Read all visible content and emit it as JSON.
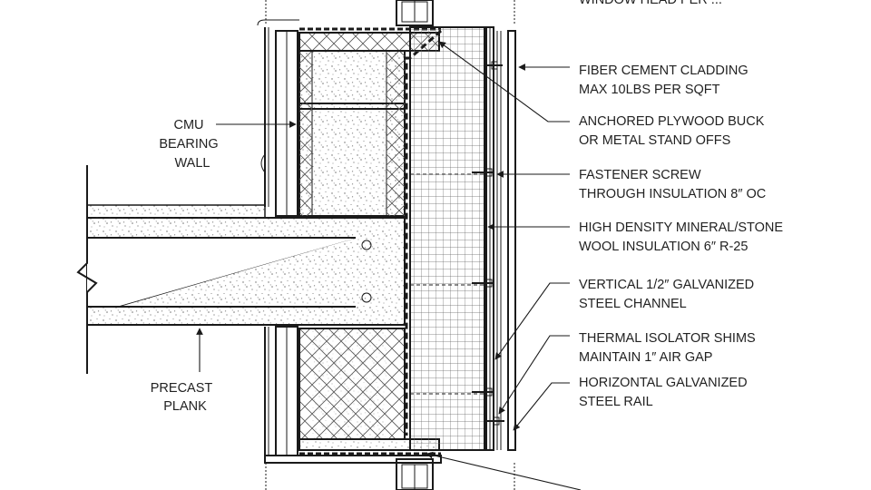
{
  "labels_right": [
    {
      "id": "window-head",
      "lines": [
        "WINDOW HEAD PER ..."
      ]
    },
    {
      "id": "fiber-cement-cladding",
      "lines": [
        "FIBER CEMENT CLADDING",
        "MAX 10LBS PER SQFT"
      ]
    },
    {
      "id": "plywood-buck",
      "lines": [
        "ANCHORED PLYWOOD BUCK",
        "OR METAL STAND OFFS"
      ]
    },
    {
      "id": "fastener-screw",
      "lines": [
        "FASTENER SCREW",
        "THROUGH INSULATION 8″ OC"
      ]
    },
    {
      "id": "mineral-wool",
      "lines": [
        "HIGH DENSITY MINERAL/STONE",
        "WOOL INSULATION 6″ R-25"
      ]
    },
    {
      "id": "vertical-channel",
      "lines": [
        "VERTICAL 1/2″ GALVANIZED",
        "STEEL CHANNEL"
      ]
    },
    {
      "id": "isolator-shims",
      "lines": [
        "THERMAL ISOLATOR SHIMS",
        "MAINTAIN 1″ AIR GAP"
      ]
    },
    {
      "id": "horizontal-rail",
      "lines": [
        "HORIZONTAL GALVANIZED",
        "STEEL RAIL"
      ]
    }
  ],
  "labels_left": [
    {
      "id": "cmu-bearing-wall",
      "lines": [
        "CMU",
        "BEARING",
        "WALL"
      ]
    },
    {
      "id": "precast-plank",
      "lines": [
        "PRECAST",
        "PLANK"
      ]
    }
  ],
  "colors": {
    "line": "#1a1a1a",
    "text": "#222222",
    "background": "#ffffff"
  }
}
